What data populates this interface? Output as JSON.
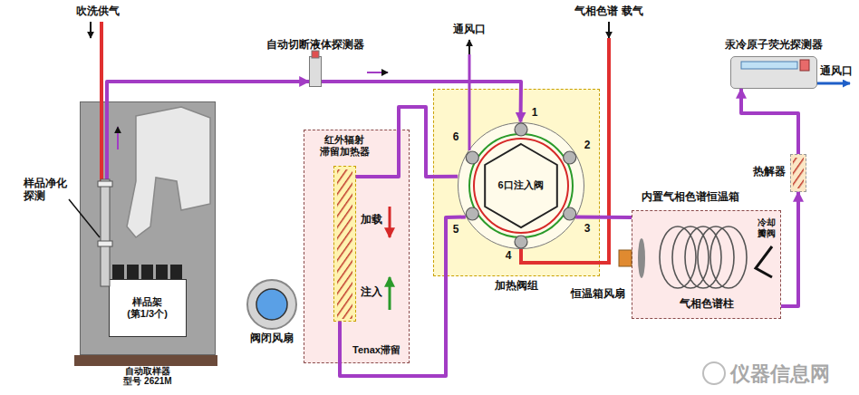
{
  "diagram": {
    "nodes": [
      {
        "text": [
          "自动取样器 型号 2621M"
        ]
      },
      {
        "text": [
          "样品架 (第1/3个)"
        ],
        "in": 0
      },
      {
        "text": [
          "自动切断液体探测器"
        ]
      },
      {
        "text": [
          "Tenax滞留"
        ]
      },
      {
        "text": [
          "红外辐射 滞留加热器"
        ],
        "in": 3
      },
      {
        "text": [
          "阀闭风扇"
        ]
      },
      {
        "text": [
          "加热阀组"
        ]
      },
      {
        "text": [
          "6口注入阀"
        ],
        "in": 6
      },
      {
        "text": [
          "内置气相色谱恒温箱",
          "气相色谱柱"
        ]
      },
      {
        "text": [
          "热解器"
        ]
      },
      {
        "text": [
          "汞冷原子荧光探测器"
        ]
      }
    ],
    "edges": [
      {
        "from": 0,
        "to": 2,
        "arrow": "to"
      },
      {
        "from": 2,
        "to": 7,
        "arrow": "to"
      },
      {
        "from": 7,
        "to": 4,
        "arrow": "none"
      },
      {
        "from": 4,
        "to": 7,
        "arrow": "none"
      },
      {
        "from": 7,
        "to": 8,
        "arrow": "none"
      },
      {
        "from": 8,
        "to": 9,
        "arrow": "to"
      },
      {
        "from": 9,
        "to": 10,
        "arrow": "to"
      }
    ],
    "labels": [
      "吹洗供气",
      "通风口",
      "气相色谱 载气",
      "样品净化 探测",
      "加载",
      "注入",
      "1",
      "2",
      "3",
      "4",
      "5",
      "6",
      "恒温箱风扇",
      "冷却 瓣阀",
      "通风口",
      "仪器信息网"
    ]
  }
}
